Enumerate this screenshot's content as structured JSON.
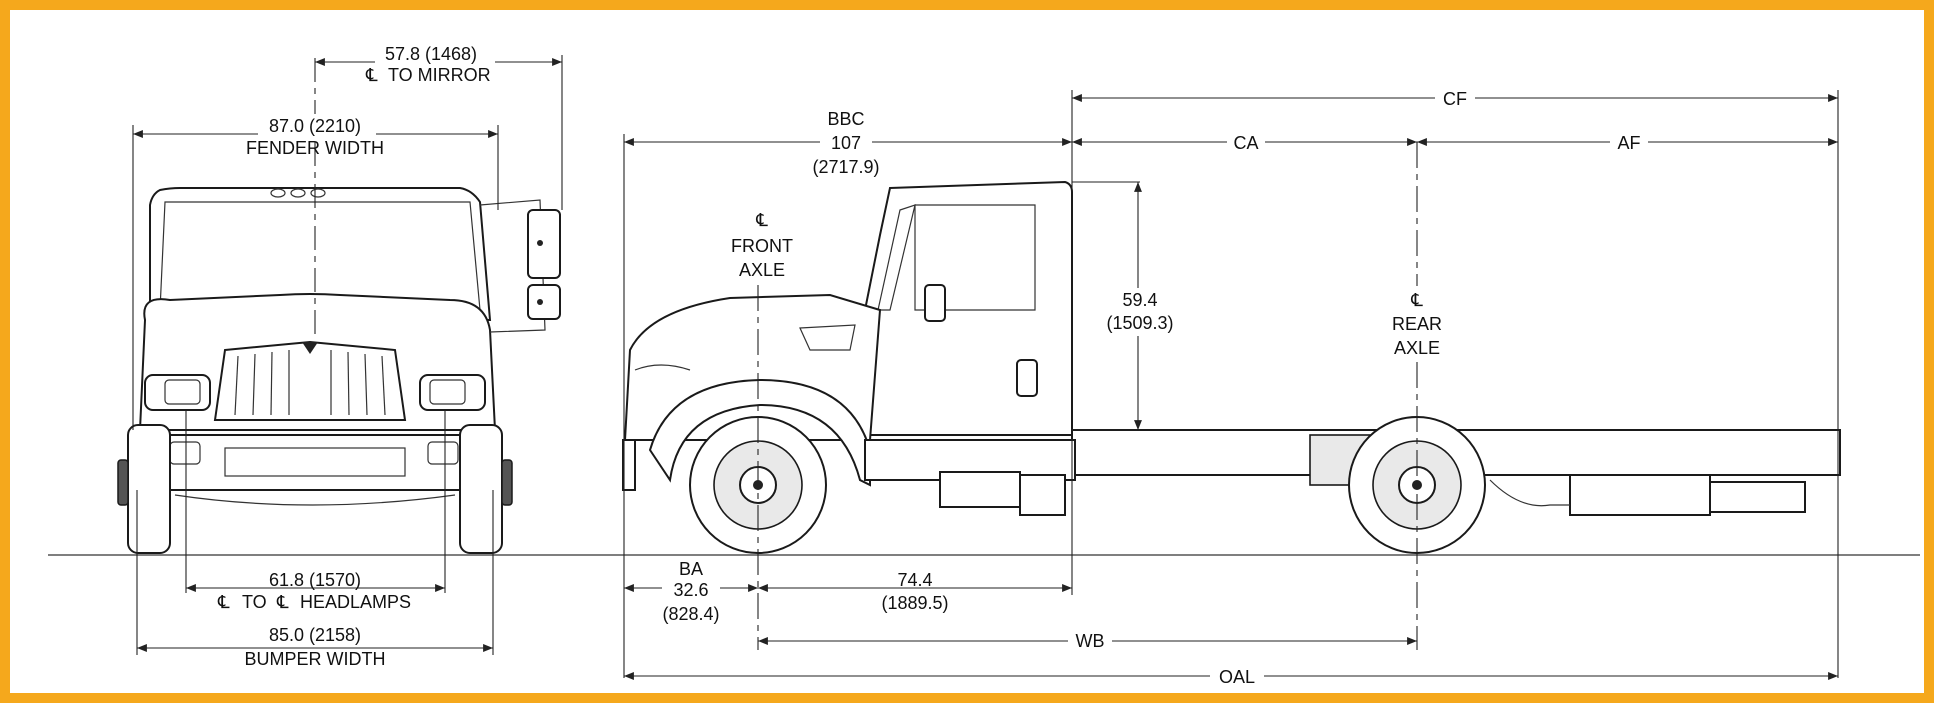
{
  "colors": {
    "frame": "#f5a81c",
    "ink": "#111111"
  },
  "front_view": {
    "mirror_dim": "57.8 (1468)",
    "mirror_label": "TO MIRROR",
    "fender_dim": "87.0 (2210)",
    "fender_label": "FENDER WIDTH",
    "headlamp_dim": "61.8 (1570)",
    "headlamp_to": "TO",
    "headlamp_label": "HEADLAMPS",
    "bumper_dim": "85.0 (2158)",
    "bumper_label": "BUMPER WIDTH",
    "centerline_symbol": "℄"
  },
  "side_view": {
    "cf_label": "CF",
    "ca_label": "CA",
    "af_label": "AF",
    "bbc_label": "BBC",
    "bbc_value": "107",
    "bbc_metric": "(2717.9)",
    "front_axle_l1": "FRONT",
    "front_axle_l2": "AXLE",
    "rear_axle_l1": "REAR",
    "rear_axle_l2": "AXLE",
    "height_value": "59.4",
    "height_metric": "(1509.3)",
    "ba_label": "BA",
    "ba_value": "32.6",
    "ba_metric": "(828.4)",
    "axle_to_cab_value": "74.4",
    "axle_to_cab_metric": "(1889.5)",
    "wb_label": "WB",
    "oal_label": "OAL",
    "centerline_symbol": "℄"
  }
}
